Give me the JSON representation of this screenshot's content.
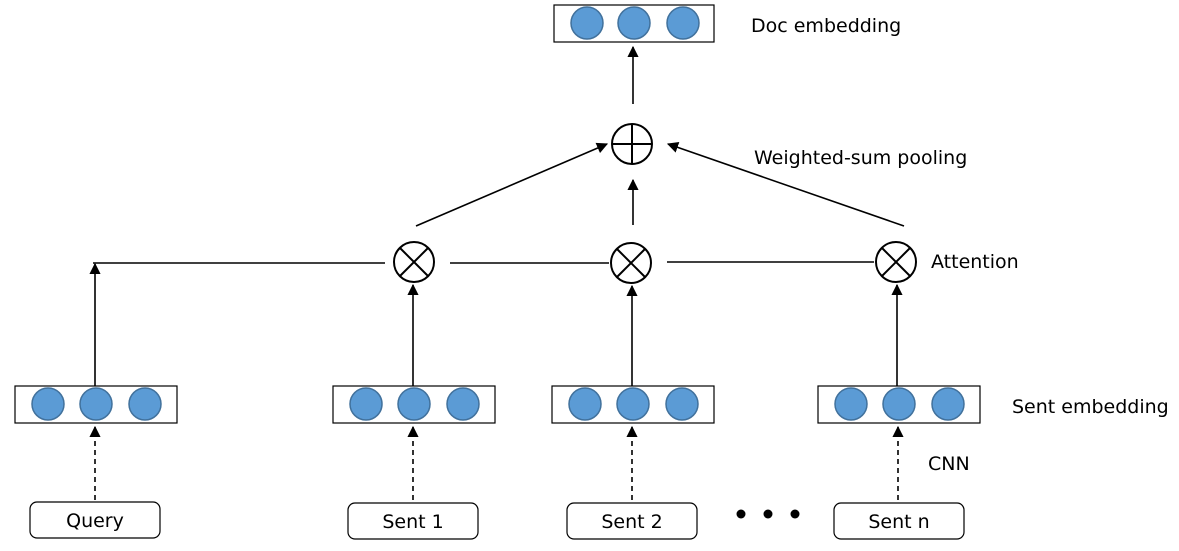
{
  "labels": {
    "doc_embedding": "Doc embedding",
    "weighted_sum_pooling": "Weighted-sum pooling",
    "attention": "Attention",
    "sent_embedding": "Sent embedding",
    "cnn": "CNN"
  },
  "inputs": [
    "Query",
    "Sent 1",
    "Sent 2",
    "Sent n"
  ],
  "colors": {
    "node_fill": "#5b9bd5",
    "node_stroke": "#41719c"
  }
}
